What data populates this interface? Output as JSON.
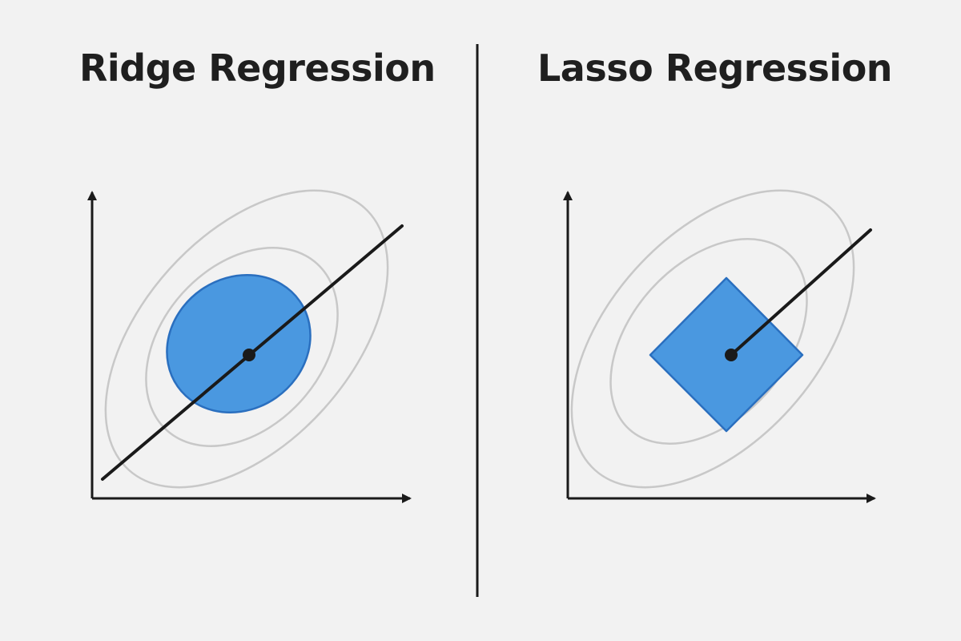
{
  "colors": {
    "background": "#f2f2f2",
    "constraint_fill": "#4a98e0",
    "constraint_stroke": "#2a6fbf",
    "contour": "#c8c8c8",
    "ink": "#1a1a1a"
  },
  "panels": [
    {
      "title": "Ridge Regression",
      "constraint_shape": "ellipse"
    },
    {
      "title": "Lasso Regression",
      "constraint_shape": "diamond"
    }
  ]
}
